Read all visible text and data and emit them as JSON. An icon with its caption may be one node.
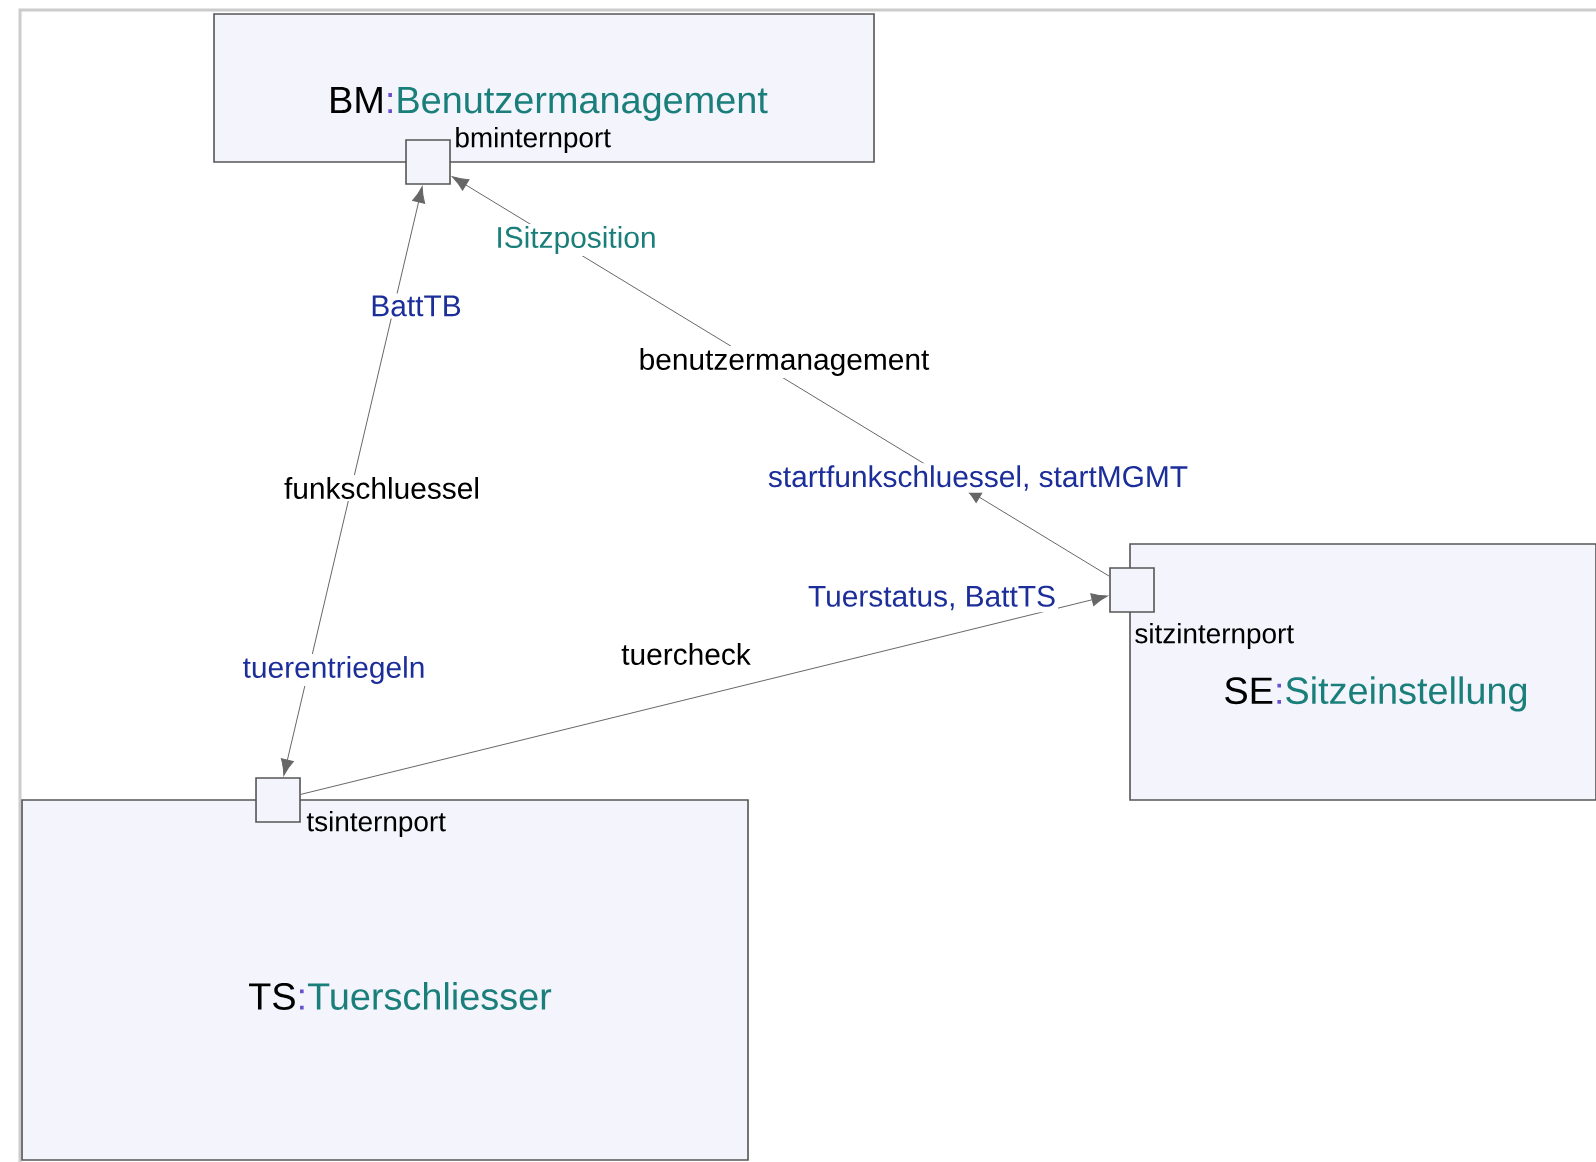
{
  "diagram": {
    "nodes": [
      {
        "text": [
          "BM",
          ":",
          "Benutzermanagement"
        ]
      },
      {
        "text": [],
        "shape": "box",
        "beside": [
          "bminternport"
        ]
      },
      {
        "text": [
          "SE",
          ":",
          "Sitzeinstellung"
        ]
      },
      {
        "text": [],
        "shape": "box",
        "beside": [
          "sitzinternport"
        ]
      },
      {
        "text": [
          "TS",
          ":",
          "Tuerschliesser"
        ]
      },
      {
        "text": [],
        "shape": "box",
        "beside": [
          "tsinternport"
        ]
      }
    ],
    "edges": [
      {
        "from": 1,
        "to": 5,
        "arrow": "both",
        "label": "funkschluessel"
      },
      {
        "from": 3,
        "to": 1,
        "arrow": "to",
        "label": "benutzermanagement"
      },
      {
        "from": 5,
        "to": 3,
        "arrow": "to",
        "label": "tuercheck"
      }
    ],
    "labels": [
      "ISitzposition",
      "BattTB",
      "startfunkschluessel, startMGMT",
      "Tuerstatus, BattTS",
      "tuerentriegeln"
    ]
  }
}
